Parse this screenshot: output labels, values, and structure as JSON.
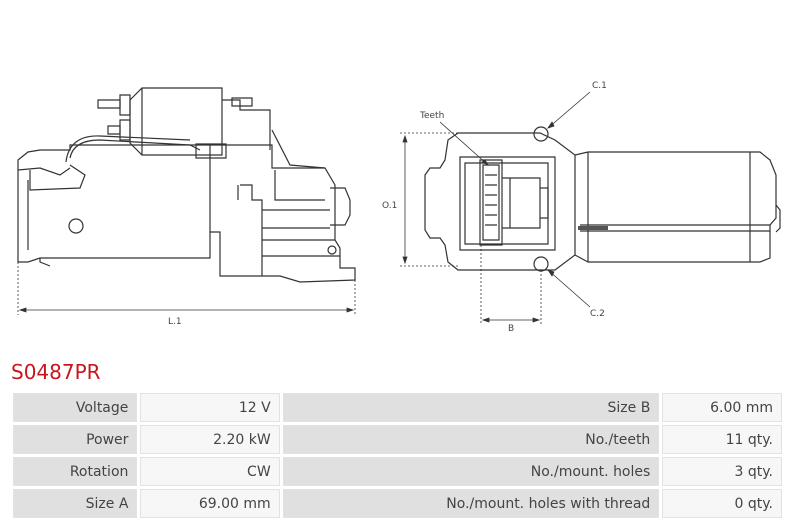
{
  "part_number": "S0487PR",
  "diagram_labels": {
    "length": "L.1",
    "outer": "O.1",
    "teeth": "Teeth",
    "hole1": "C.1",
    "hole2": "C.2",
    "size_b": "B"
  },
  "specs": [
    {
      "label": "Voltage",
      "value": "12 V",
      "label2": "Size B",
      "value2": "6.00 mm"
    },
    {
      "label": "Power",
      "value": "2.20 kW",
      "label2": "No./teeth",
      "value2": "11 qty."
    },
    {
      "label": "Rotation",
      "value": "CW",
      "label2": "No./mount. holes",
      "value2": "3 qty."
    },
    {
      "label": "Size A",
      "value": "69.00 mm",
      "label2": "No./mount. holes with thread",
      "value2": "0 qty."
    }
  ]
}
